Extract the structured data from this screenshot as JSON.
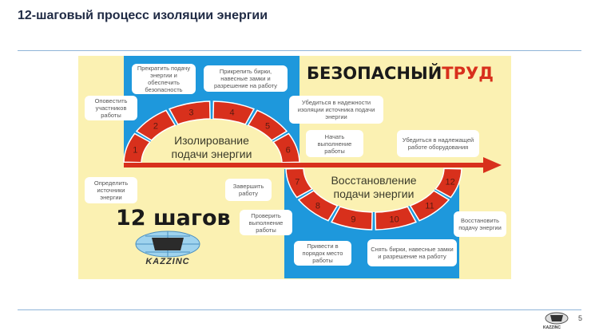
{
  "header": {
    "title": "12-шаговый процесс изоляции энергии"
  },
  "brand": {
    "part1": "БЕЗОПАСНЫЙ",
    "part2": "ТРУД"
  },
  "steps_heading": "12 шагов",
  "logo_text": "KAZZINC",
  "arcs": {
    "upper_label": "Изолирование подачи энергии",
    "lower_label": "Восстановление подачи энергии",
    "upper_numbers": [
      "1",
      "2",
      "3",
      "4",
      "5",
      "6"
    ],
    "lower_numbers": [
      "7",
      "8",
      "9",
      "10",
      "11",
      "12"
    ]
  },
  "boxes": {
    "identify": "Определить источники энергии",
    "notify": "Оповестить участников работы",
    "stop": "Прекратить подачу энергии и обеспечить безопасность",
    "attach": "Прикрепить бирки, навесные замки и разрешение на работу",
    "verify_isolation": "Убедиться в надежности изоляции источника подачи энергии",
    "start": "Начать выполнение работы",
    "verify_equipment": "Убедиться в надлежащей работе оборудования",
    "finish": "Завершить работу",
    "check": "Проверить выполнение работы",
    "tidy": "Привести в порядок место работы",
    "remove": "Снять бирки, навесные замки и разрешение на работу",
    "restore": "Восстановить подачу энергии"
  },
  "footer": {
    "page_number": "5",
    "logo_text": "KAZZINC"
  },
  "colors": {
    "yellow": "#fbf1b2",
    "blue": "#1e98dc",
    "red": "#d8301c"
  }
}
